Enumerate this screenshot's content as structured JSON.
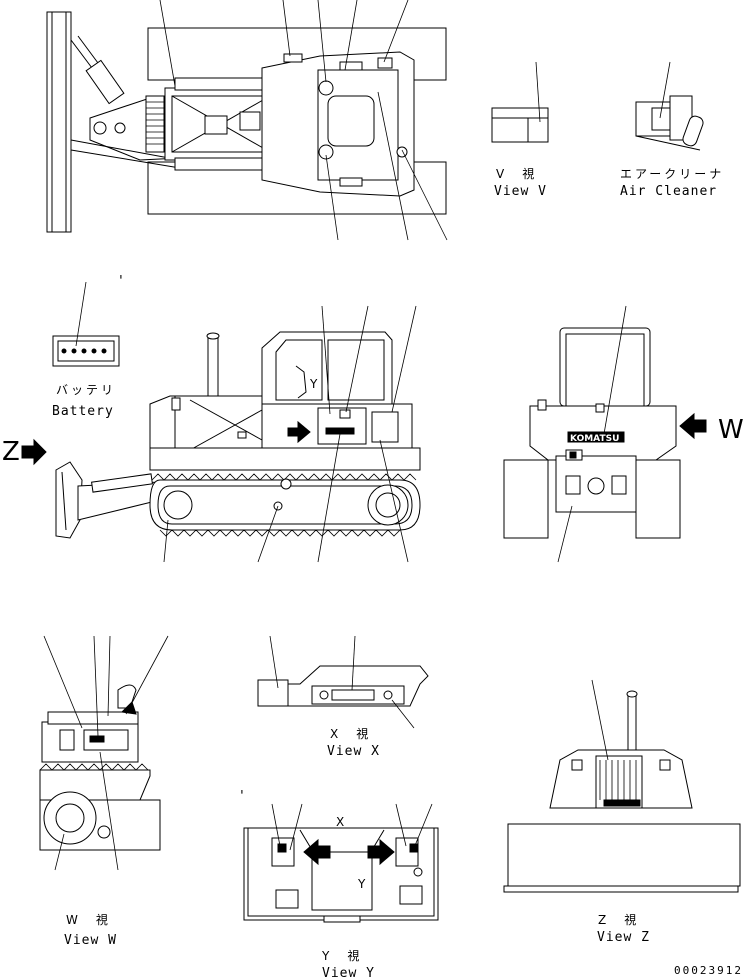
{
  "labels": {
    "view_v_jp": "V　視",
    "view_v": "View V",
    "air_cleaner_jp": "エアークリーナ",
    "air_cleaner": "Air Cleaner",
    "battery_jp": "バッテリ",
    "battery": "Battery",
    "arrow_z": "Z",
    "arrow_w": "W",
    "view_x_jp": "X　視",
    "view_x": "View X",
    "view_w_jp": "W　視",
    "view_w": "View W",
    "view_y_jp": "Y　視",
    "view_y": "View Y",
    "view_z_jp": "Z　視",
    "view_z": "View Z",
    "drawing_number": "00023912",
    "side_letter_y": "Y",
    "cab_letter_x": "X",
    "cab_letter_y": "Y",
    "brand": "KOMATSU",
    "tick_1": "'",
    "tick_2": "'",
    "tick_3": "'"
  }
}
